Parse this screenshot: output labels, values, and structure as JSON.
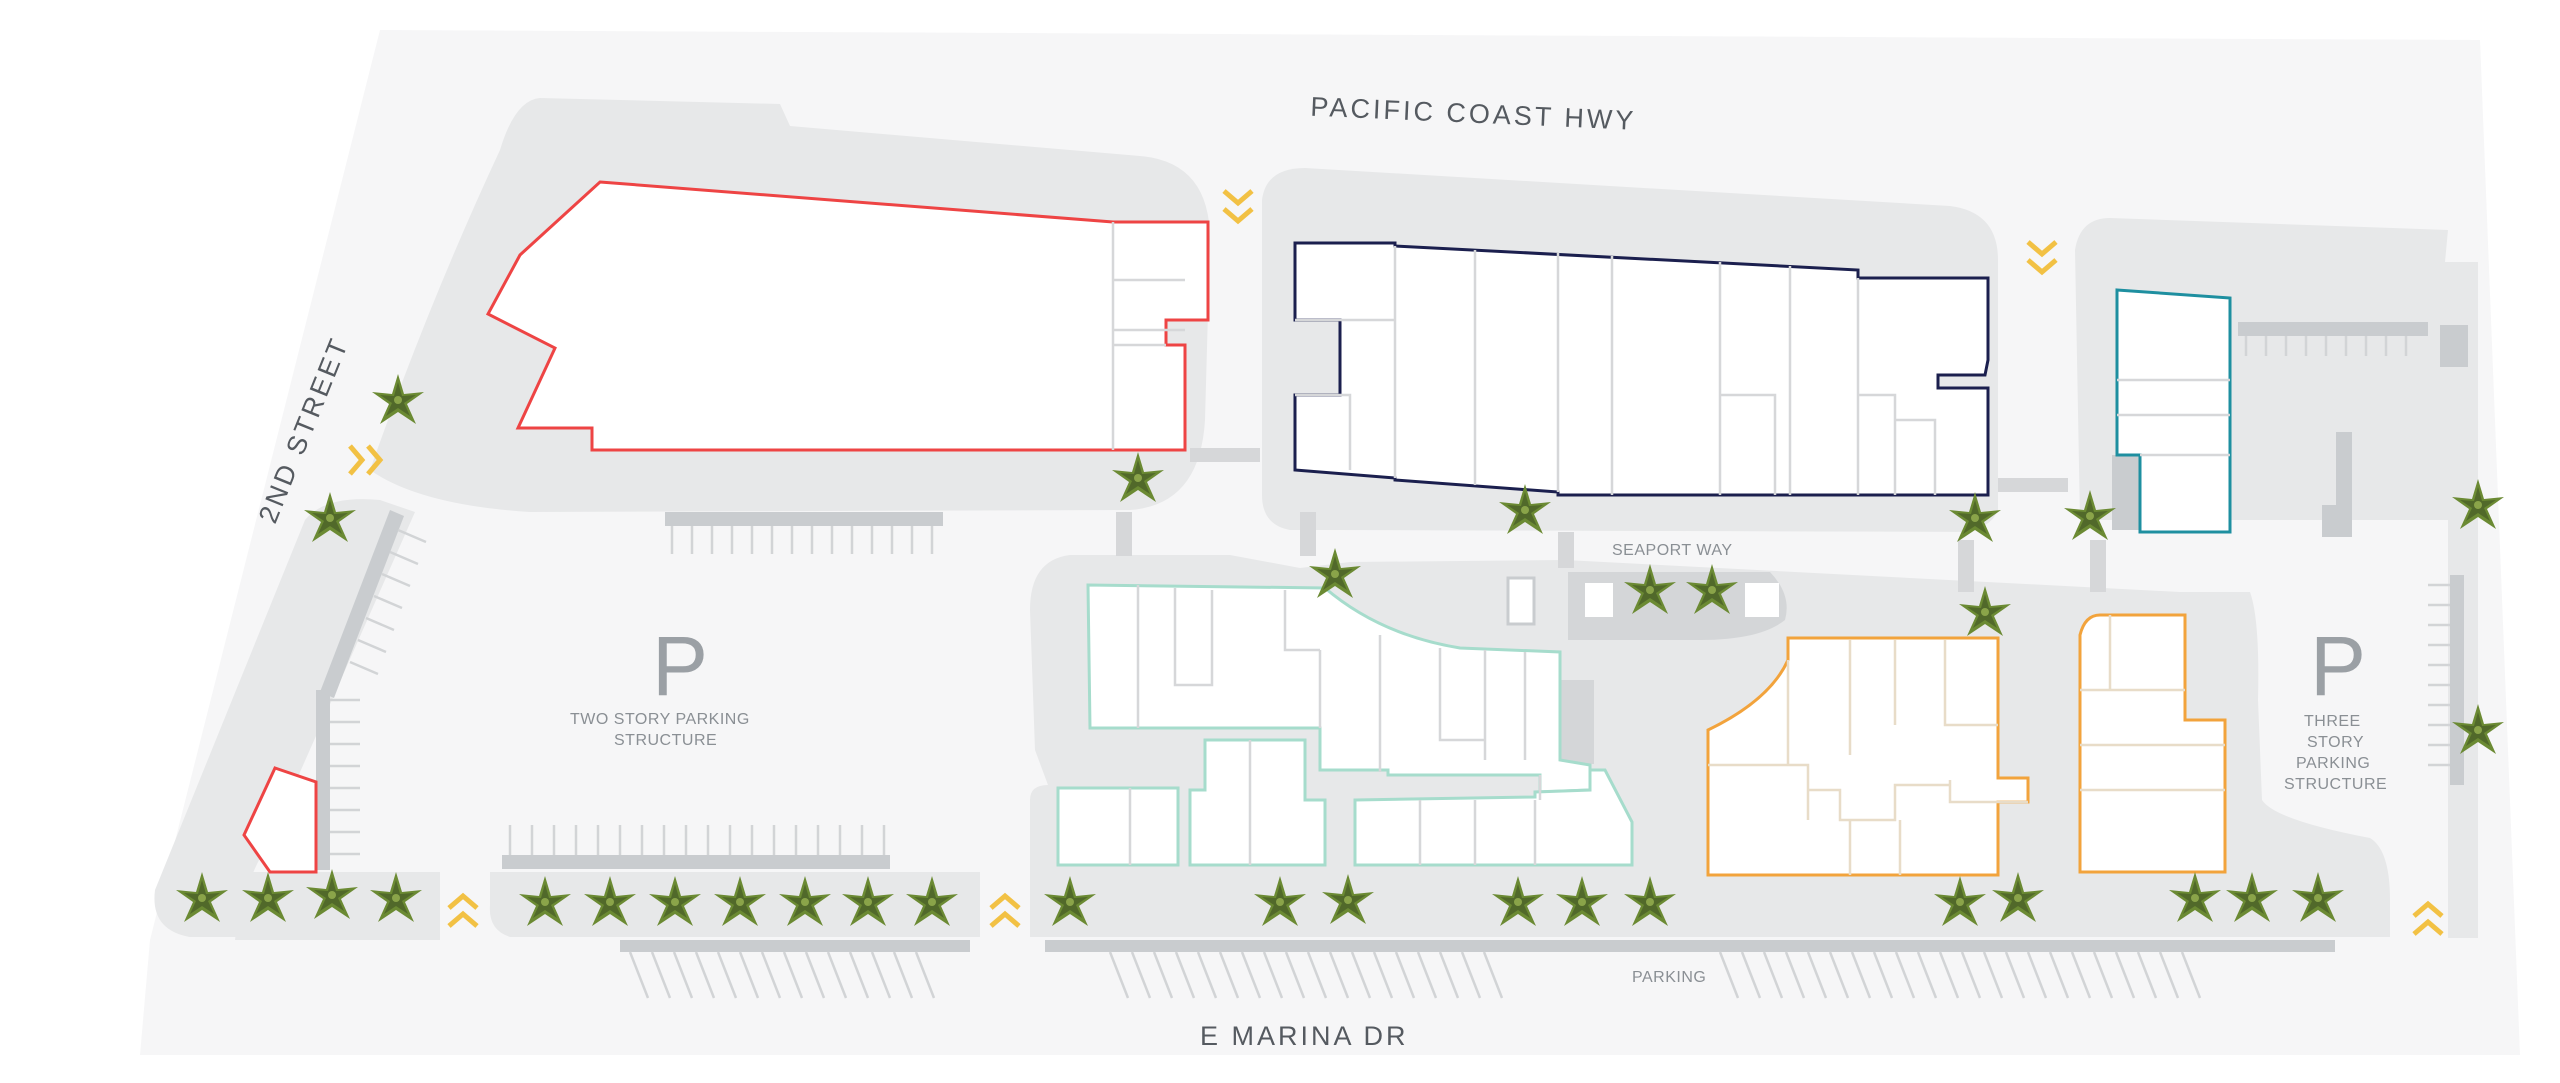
{
  "streets": {
    "north": "PACIFIC COAST HWY",
    "south": "E MARINA DR",
    "west": "2ND STREET",
    "inner": "SEAPORT WAY"
  },
  "labels": {
    "parking_bottom": "PARKING",
    "p_symbol": "P",
    "two_story": [
      "TWO STORY PARKING",
      "STRUCTURE"
    ],
    "three_story": [
      "THREE",
      "STORY",
      "PARKING",
      "STRUCTURE"
    ]
  },
  "colors": {
    "lot": "#e7e8e9",
    "pavement": "#f6f6f7",
    "stall": "#c9cccf",
    "red": "#ee4444",
    "navy": "#1b1f4e",
    "mint": "#a6dccc",
    "orange": "#f2a33c",
    "teal": "#1e8fa0",
    "arrow": "#f2c144",
    "palm": "#6b8a33",
    "palm_dark": "#51692a",
    "inner_line": "#d6d7d9"
  },
  "icons": [
    "palm-tree-icon",
    "entrance-arrow-icon",
    "parking-p-icon"
  ]
}
